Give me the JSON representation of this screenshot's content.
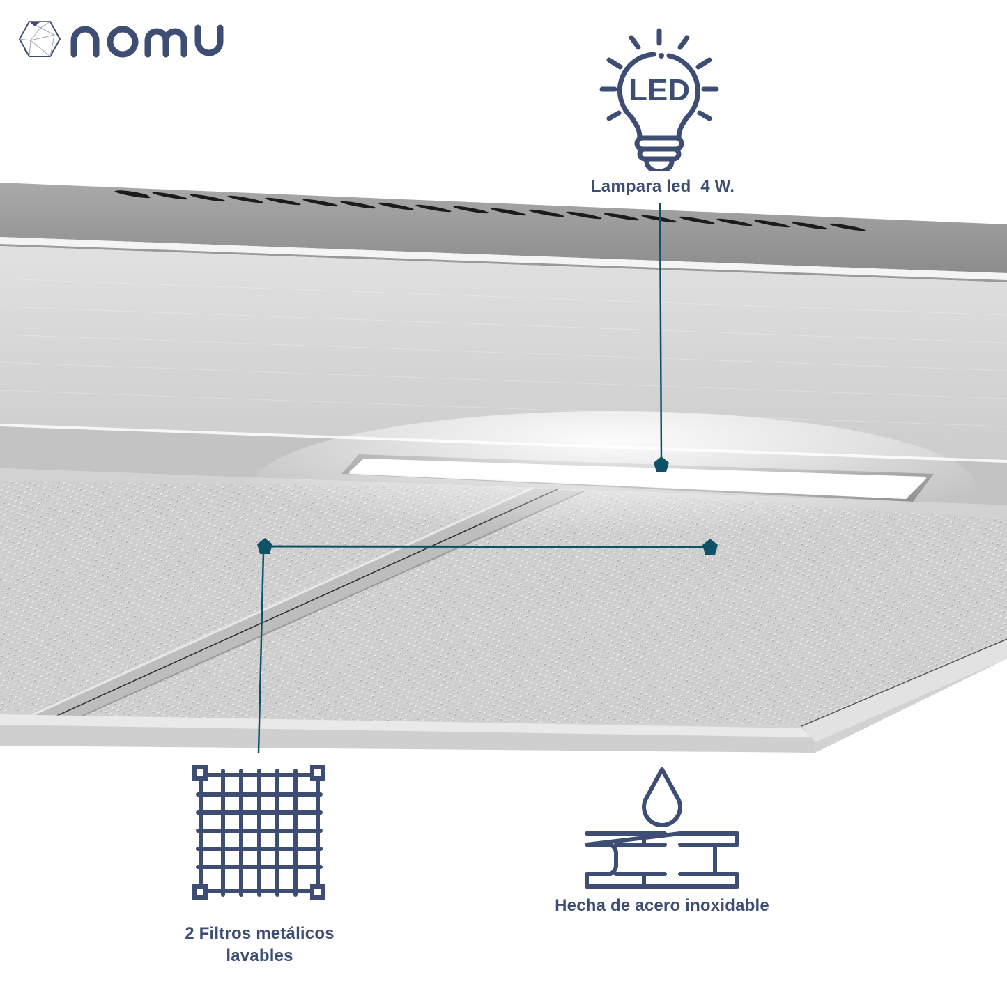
{
  "brand": {
    "name": "nomu",
    "logo_icon": "icosahedron-logo-icon",
    "color": "#3d4d73"
  },
  "product": {
    "type": "range hood (underside view)",
    "material_color": "#c8c8c8"
  },
  "features": [
    {
      "id": "led",
      "icon": "led-bulb-icon",
      "label": "Lampara led  4 W."
    },
    {
      "id": "filters",
      "icon": "metal-grid-filter-icon",
      "label_line1": "2 Filtros metálicos",
      "label_line2": "lavables"
    },
    {
      "id": "steel",
      "icon": "steel-beam-water-drop-icon",
      "label": "Hecha de acero inoxidable"
    }
  ],
  "callouts": {
    "line_color": "#0f5268"
  }
}
